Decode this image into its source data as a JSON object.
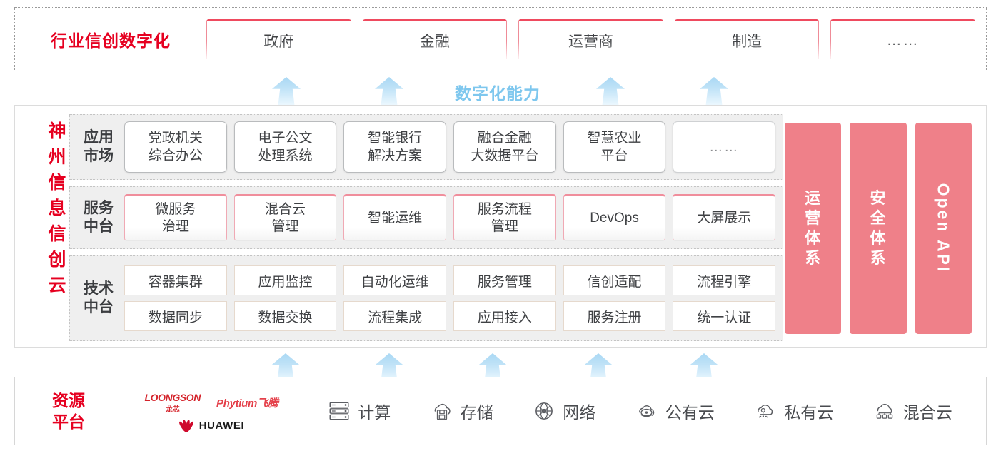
{
  "industry": {
    "title": "行业信创数字化",
    "boxes": [
      {
        "label": "政府"
      },
      {
        "label": "金融"
      },
      {
        "label": "运营商"
      },
      {
        "label": "制造"
      },
      {
        "label": "……"
      }
    ]
  },
  "capability": {
    "label": "数字化能力",
    "color": "#7ec7ee",
    "arrow_color": "#a9d8f4"
  },
  "cloud": {
    "title": "神州信息信创云",
    "tiers": [
      {
        "name": "application-market",
        "label": "应用市场",
        "cells": [
          "党政机关\n综合办公",
          "电子公文\n处理系统",
          "智能银行\n解决方案",
          "融合金融\n大数据平台",
          "智慧农业\n平台",
          "……"
        ]
      },
      {
        "name": "service-middle-platform",
        "label": "服务中台",
        "cells": [
          "微服务\n治理",
          "混合云\n管理",
          "智能运维",
          "服务流程\n管理",
          "DevOps",
          "大屏展示"
        ]
      },
      {
        "name": "technology-middle-platform",
        "label": "技术中台",
        "rows": [
          [
            "容器集群",
            "应用监控",
            "自动化运维",
            "服务管理",
            "信创适配",
            "流程引擎"
          ],
          [
            "数据同步",
            "数据交换",
            "流程集成",
            "应用接入",
            "服务注册",
            "统一认证"
          ]
        ]
      }
    ],
    "pillars": [
      {
        "label": "运营体系",
        "orientation": "vertical-cjk"
      },
      {
        "label": "安全体系",
        "orientation": "vertical-cjk"
      },
      {
        "label": "Open API",
        "orientation": "vertical-latin"
      }
    ],
    "pillar_color": "#ef8089"
  },
  "resource": {
    "title": "资源平台",
    "logos": [
      {
        "name": "loongson",
        "en": "LOONGSON",
        "cn": "龙芯"
      },
      {
        "name": "phytium",
        "text": "Phytium飞腾"
      },
      {
        "name": "huawei",
        "text": "HUAWEI"
      }
    ],
    "items": [
      {
        "icon": "server-rack-icon",
        "label": "计算"
      },
      {
        "icon": "cloud-storage-icon",
        "label": "存储"
      },
      {
        "icon": "network-globe-icon",
        "label": "网络"
      },
      {
        "icon": "public-cloud-icon",
        "label": "公有云"
      },
      {
        "icon": "private-cloud-icon",
        "label": "私有云"
      },
      {
        "icon": "hybrid-cloud-icon",
        "label": "混合云"
      }
    ]
  },
  "colors": {
    "brand_red": "#e60020",
    "pink": "#ef8089",
    "accent_blue": "#7ec7ee",
    "band_gray": "#efefef"
  }
}
